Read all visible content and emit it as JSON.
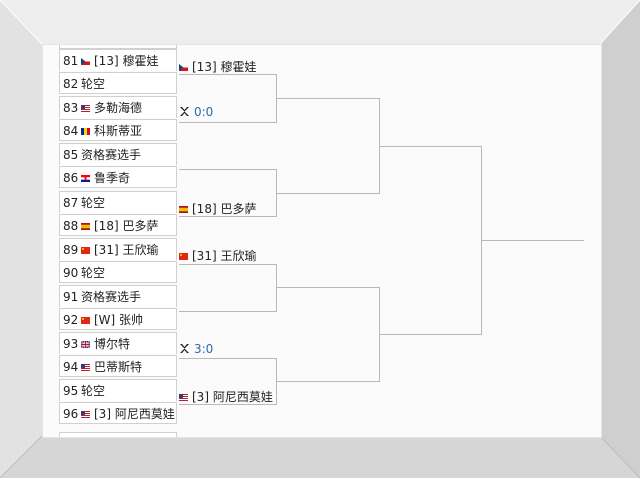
{
  "round1": [
    {
      "seed_no": "81",
      "flag": "cz",
      "name": "[13] 穆霍娃"
    },
    {
      "seed_no": "82",
      "flag": "",
      "name": "轮空"
    },
    {
      "seed_no": "83",
      "flag": "us",
      "name": "多勒海德"
    },
    {
      "seed_no": "84",
      "flag": "ro",
      "name": "科斯蒂亚"
    },
    {
      "seed_no": "85",
      "flag": "",
      "name": "资格赛选手"
    },
    {
      "seed_no": "86",
      "flag": "hr",
      "name": "鲁季奇"
    },
    {
      "seed_no": "87",
      "flag": "",
      "name": "轮空"
    },
    {
      "seed_no": "88",
      "flag": "es",
      "name": "[18] 巴多萨"
    },
    {
      "seed_no": "89",
      "flag": "cn",
      "name": "[31] 王欣瑜"
    },
    {
      "seed_no": "90",
      "flag": "",
      "name": "轮空"
    },
    {
      "seed_no": "91",
      "flag": "",
      "name": "资格赛选手"
    },
    {
      "seed_no": "92",
      "flag": "cn",
      "name": "[W] 张帅"
    },
    {
      "seed_no": "93",
      "flag": "gb",
      "name": "博尔特"
    },
    {
      "seed_no": "94",
      "flag": "us",
      "name": "巴蒂斯特"
    },
    {
      "seed_no": "95",
      "flag": "",
      "name": "轮空"
    },
    {
      "seed_no": "96",
      "flag": "us",
      "name": "[3] 阿尼西莫娃"
    }
  ],
  "round2": [
    {
      "type": "player",
      "flag": "cz",
      "text": "[13] 穆霍娃"
    },
    {
      "type": "score",
      "icon": "bracket-logo-icon",
      "text": "0:0"
    },
    {
      "type": "player",
      "flag": "es",
      "text": "[18] 巴多萨"
    },
    {
      "type": "player",
      "flag": "cn",
      "text": "[31] 王欣瑜"
    },
    {
      "type": "score",
      "icon": "bracket-logo-icon",
      "text": "3:0"
    },
    {
      "type": "player",
      "flag": "us",
      "text": "[3] 阿尼西莫娃"
    }
  ],
  "colors": {
    "score": "#2a6bb0",
    "line": "#b9b9b9"
  }
}
